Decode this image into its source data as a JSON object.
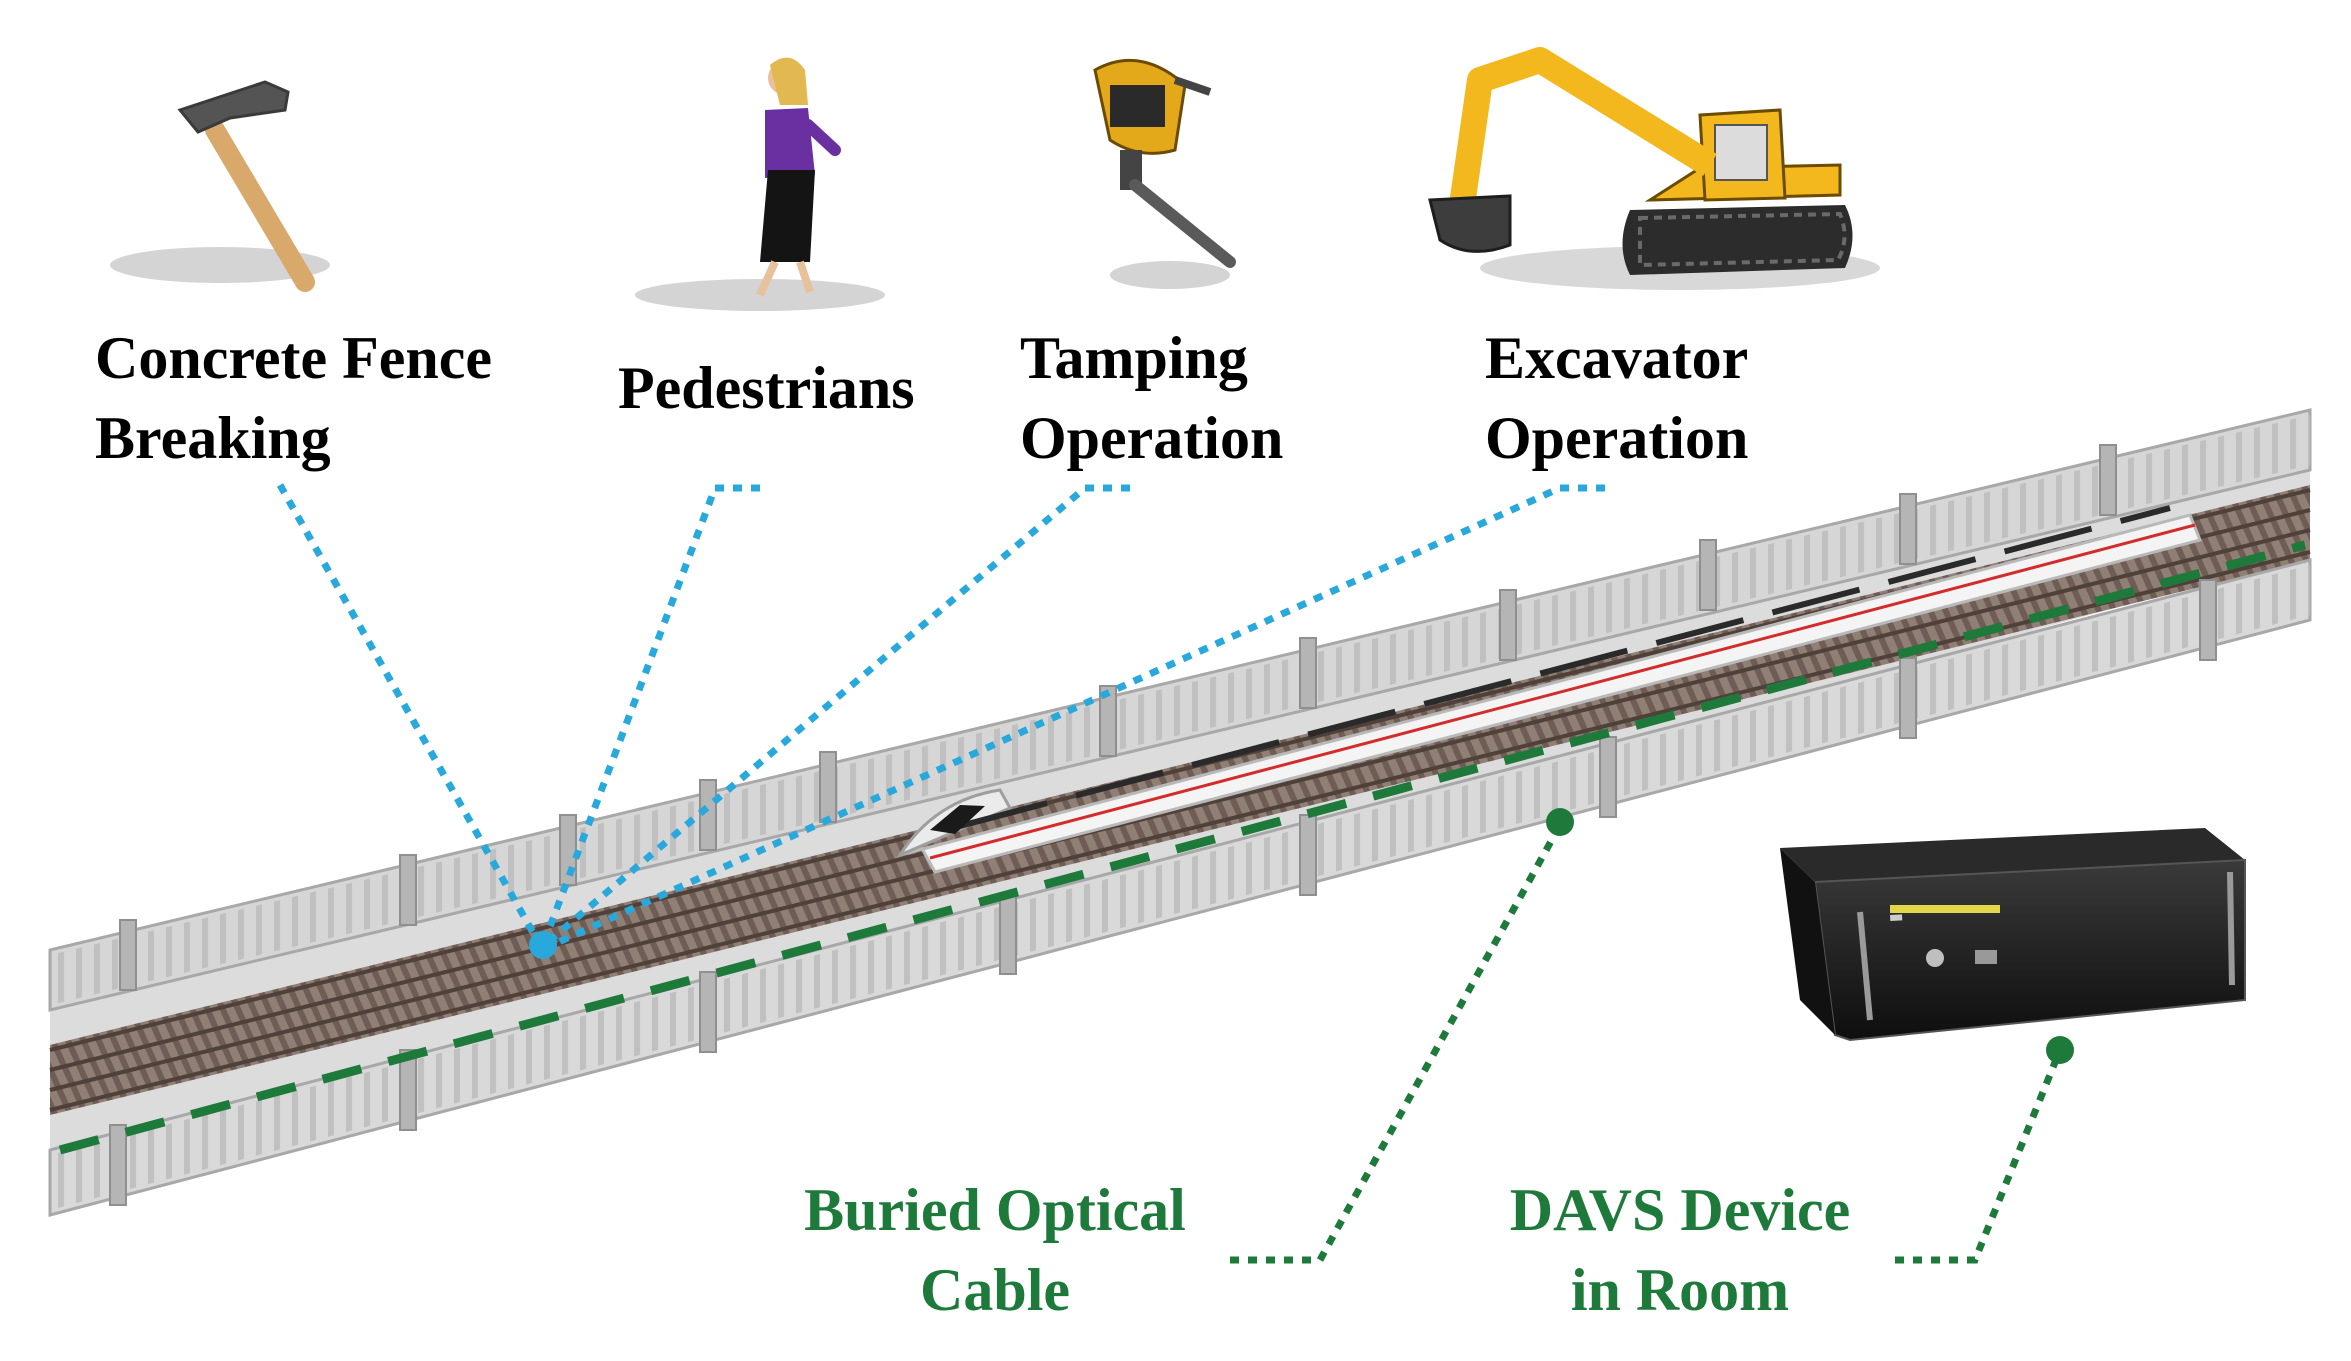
{
  "colors": {
    "event_line": "#29a8dc",
    "cable_line": "#1e7a3a",
    "label_black": "#000000",
    "label_green": "#1e7a3a",
    "fence": "#c9c9c9",
    "track_ballast": "#8a7a70",
    "rail": "#5a4a44",
    "train_body": "#f2f2f2",
    "train_stripe": "#d22c2c",
    "device_body": "#1a1a1a"
  },
  "events": [
    {
      "id": "concrete-fence-breaking",
      "lines": [
        "Concrete Fence",
        "Breaking"
      ],
      "icon": "hammer-icon"
    },
    {
      "id": "pedestrians",
      "lines": [
        "Pedestrians"
      ],
      "icon": "pedestrian-icon"
    },
    {
      "id": "tamping-operation",
      "lines": [
        "Tamping",
        "Operation"
      ],
      "icon": "tamping-machine-icon"
    },
    {
      "id": "excavator-operation",
      "lines": [
        "Excavator",
        "Operation"
      ],
      "icon": "excavator-icon"
    }
  ],
  "components": [
    {
      "id": "buried-optical-cable",
      "lines": [
        "Buried Optical",
        "Cable"
      ]
    },
    {
      "id": "davs-device",
      "lines": [
        "DAVS Device",
        "in Room"
      ],
      "icon": "davs-device-icon"
    }
  ]
}
